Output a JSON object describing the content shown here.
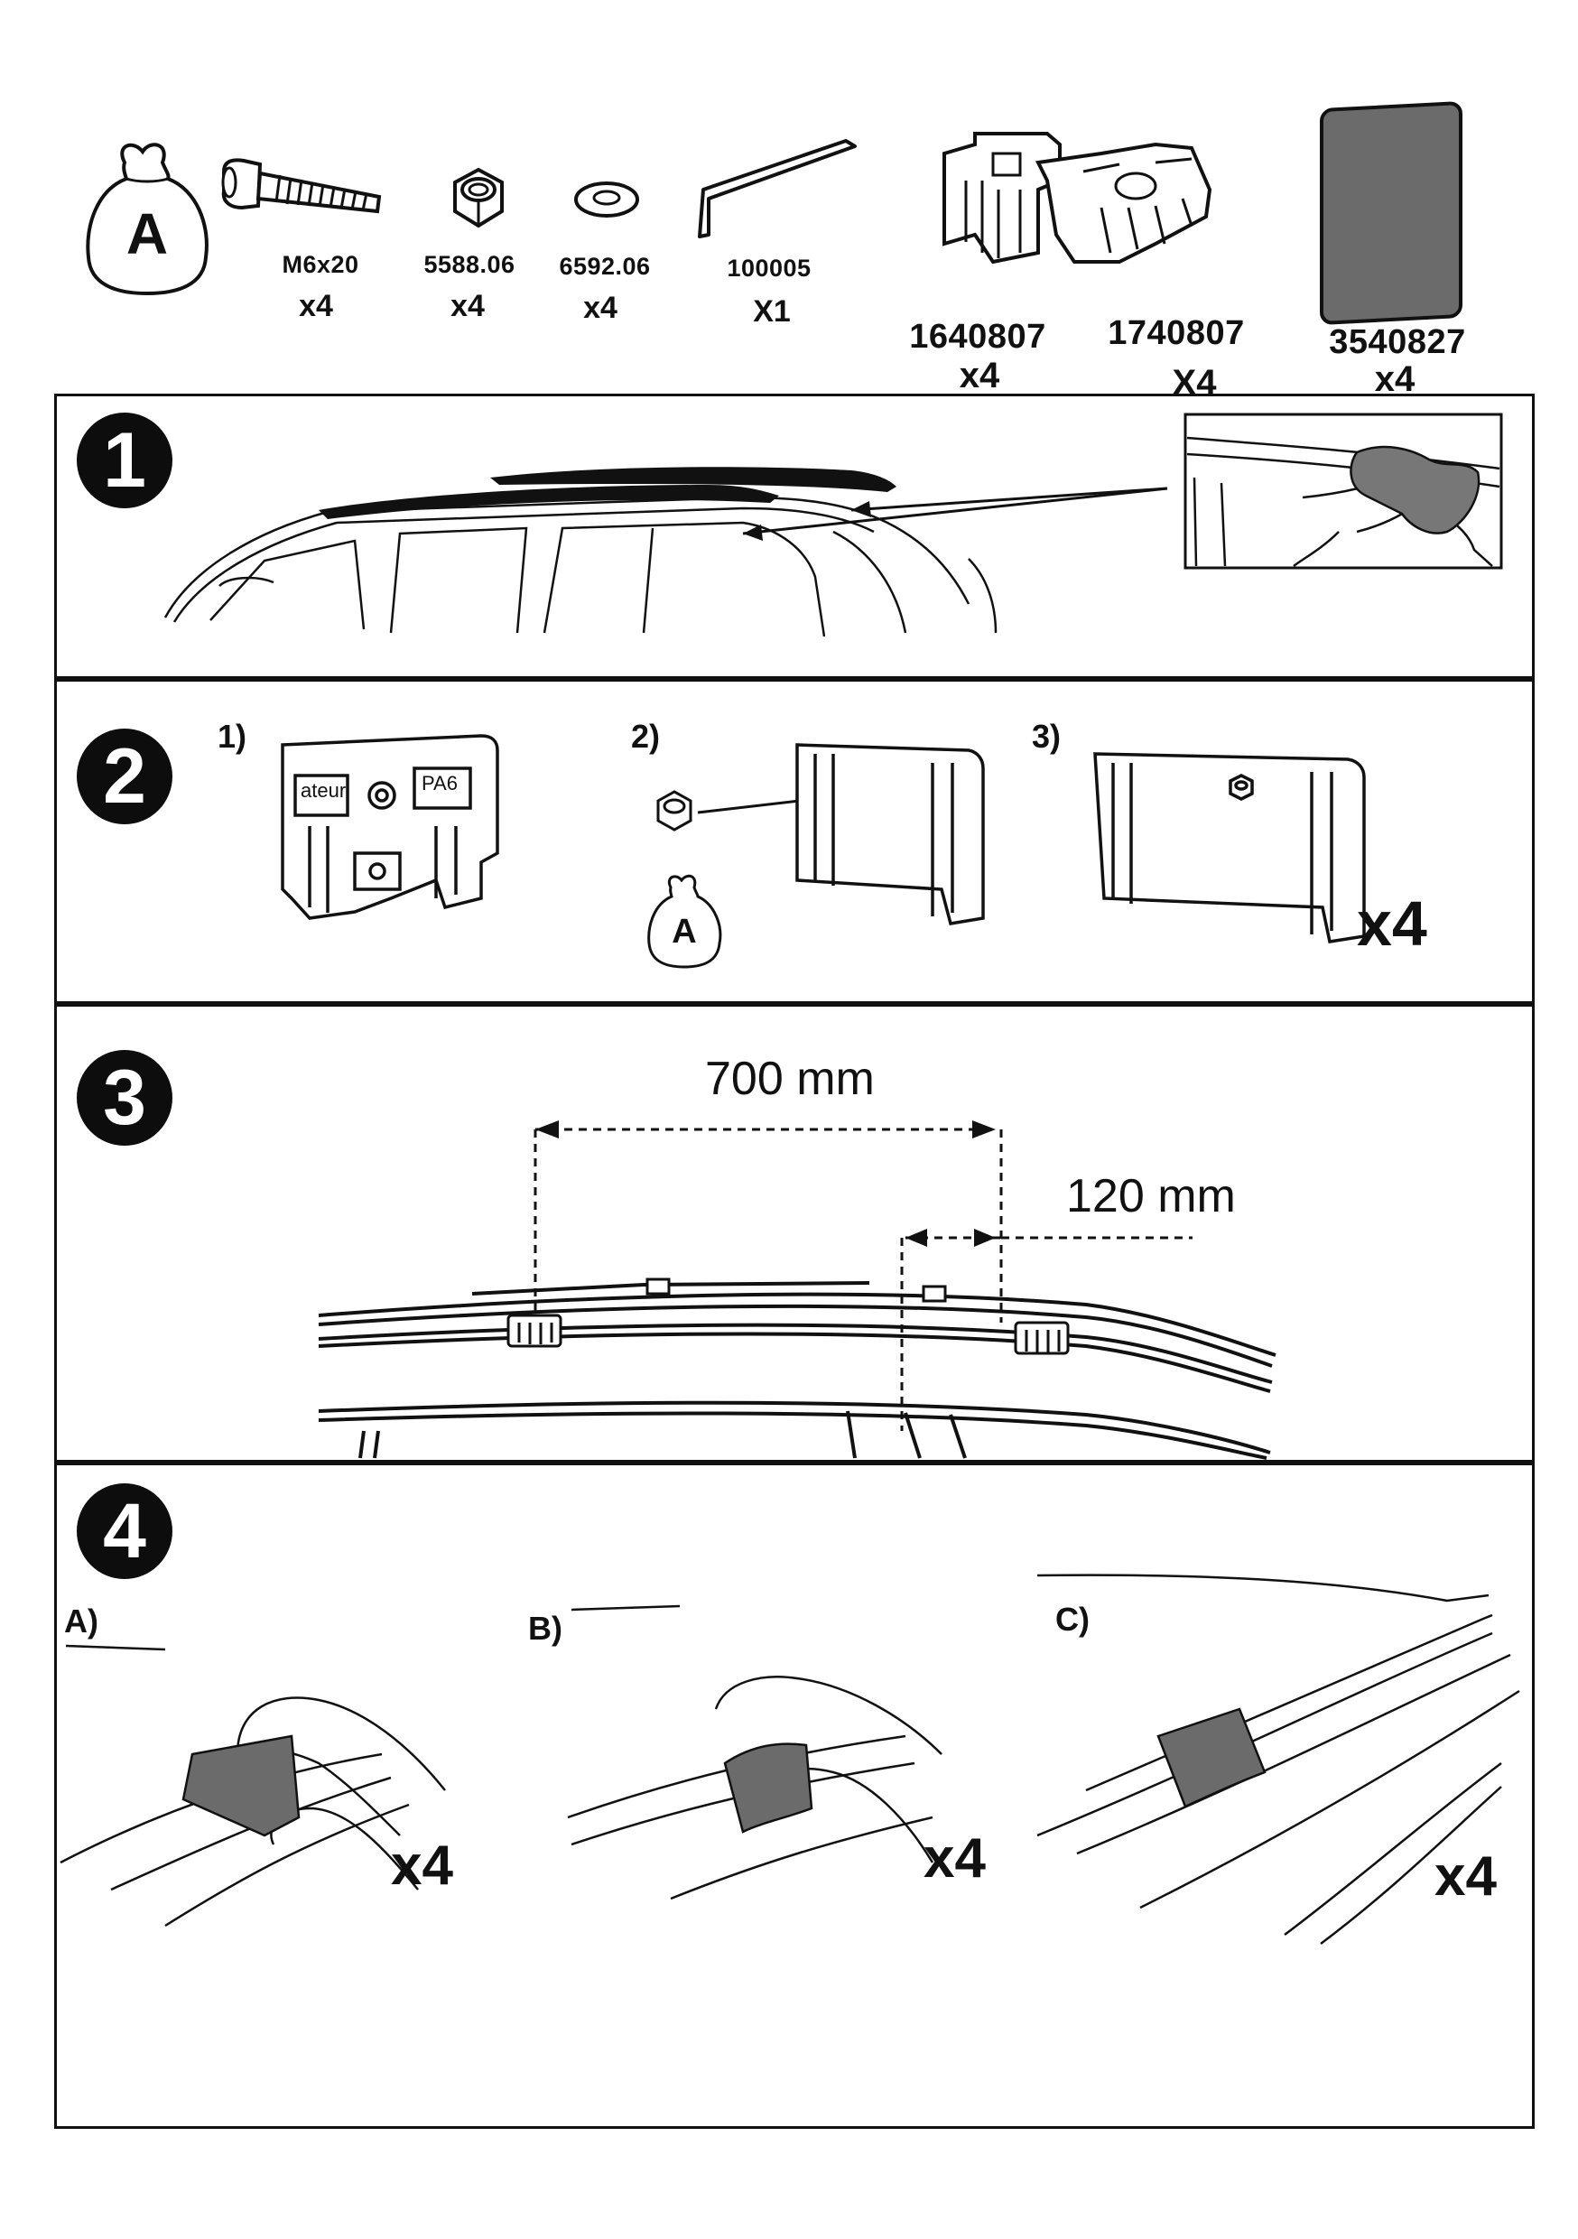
{
  "parts_kit": {
    "bag_label": "A",
    "bolt": {
      "code": "M6x20",
      "qty": "x4"
    },
    "nut": {
      "code": "5588.06",
      "qty": "x4"
    },
    "washer": {
      "code": "6592.06",
      "qty": "x4"
    },
    "hex_key": {
      "code": "100005",
      "qty": "X1"
    },
    "clamp_a": {
      "code": "1640807",
      "qty": "x4"
    },
    "clamp_b": {
      "code": "1740807",
      "qty": "X4"
    },
    "pad": {
      "code": "3540827",
      "qty": "x4"
    }
  },
  "steps": [
    {
      "number": "1"
    },
    {
      "number": "2",
      "sub_labels": [
        "1)",
        "2)",
        "3)"
      ],
      "part_text": [
        "ateur",
        "PA6"
      ],
      "bag_label": "A",
      "multiplier": "x4"
    },
    {
      "number": "3",
      "dim_long": "700 mm",
      "dim_short": "120 mm"
    },
    {
      "number": "4",
      "sub_labels": [
        "A)",
        "B)",
        "C)"
      ],
      "multipliers": [
        "x4",
        "x4",
        "x4"
      ]
    }
  ],
  "colors": {
    "ink": "#111111",
    "pad_gray": "#6b6b6b",
    "page": "#ffffff"
  }
}
